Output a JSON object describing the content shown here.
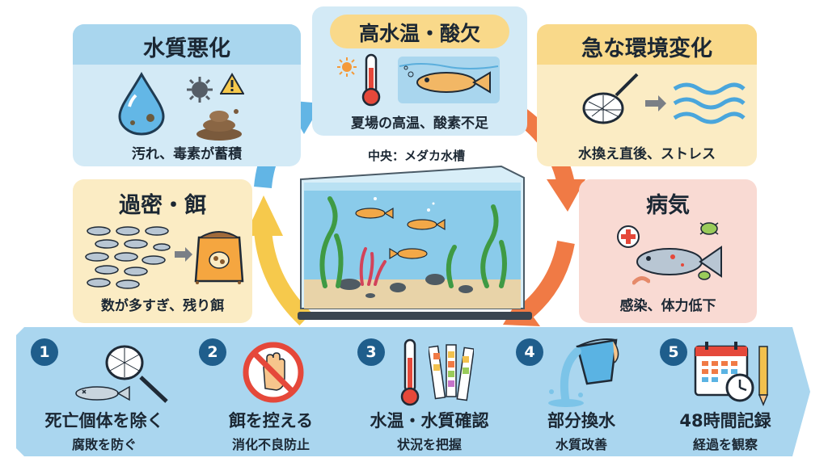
{
  "center_label": "中央：メダカ水槽",
  "causes": [
    {
      "title": "水質悪化",
      "caption": "汚れ、毒素が蓄積"
    },
    {
      "title": "高水温・酸欠",
      "caption": "夏場の高温、酸素不足"
    },
    {
      "title": "急な環境変化",
      "caption": "水換え直後、ストレス"
    },
    {
      "title": "過密・餌",
      "caption": "数が多すぎ、残り餌"
    },
    {
      "title": "病気",
      "caption": "感染、体力低下"
    }
  ],
  "steps": [
    {
      "number": "1",
      "title": "死亡個体を除く",
      "subtitle": "腐敗を防ぐ"
    },
    {
      "number": "2",
      "title": "餌を控える",
      "subtitle": "消化不良防止"
    },
    {
      "number": "3",
      "title": "水温・水質確認",
      "subtitle": "状況を把握"
    },
    {
      "number": "4",
      "title": "部分換水",
      "subtitle": "水質改善"
    },
    {
      "number": "5",
      "title": "48時間記録",
      "subtitle": "経過を観察"
    }
  ],
  "colors": {
    "blue_panel": "#d3eaf6",
    "blue_title": "#a9d6ee",
    "yellow_panel": "#fbecc4",
    "yellow_title": "#f9d98a",
    "pink_panel": "#f9dad3",
    "arrow_blue": "#62b5e5",
    "arrow_yellow": "#f6c94c",
    "arrow_orange": "#f07a45",
    "badge": "#1f5e8c",
    "step_fill": "#aad6ef"
  },
  "icons": [
    "water-drop-icon",
    "virus-icon",
    "warning-icon",
    "waste-icon",
    "sun-icon",
    "thermometer-icon",
    "fish-icon",
    "net-icon",
    "arrow-right-icon",
    "waves-icon",
    "fish-school-icon",
    "food-bag-icon",
    "medical-cross-icon",
    "bacteria-icon",
    "no-hand-icon",
    "test-strip-icon",
    "bucket-icon",
    "calendar-icon",
    "clock-icon",
    "pencil-icon"
  ]
}
